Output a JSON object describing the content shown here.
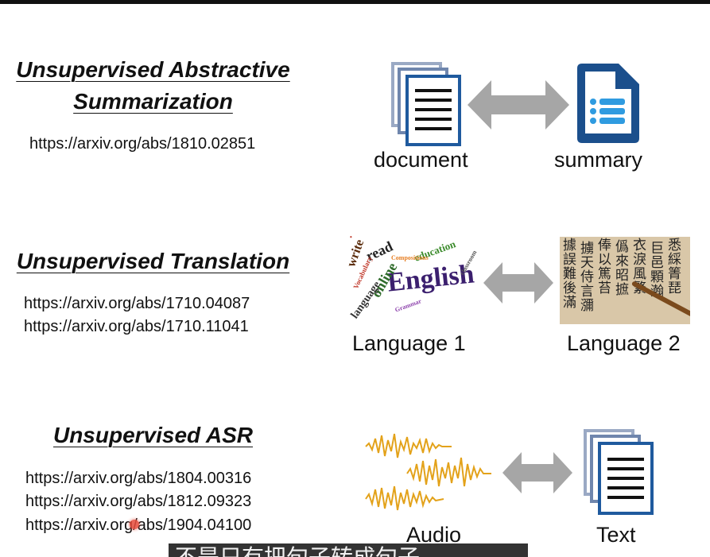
{
  "sections": {
    "summarization": {
      "title_line1": "Unsupervised Abstractive",
      "title_line2": "Summarization",
      "links": [
        "https://arxiv.org/abs/1810.02851"
      ],
      "left_label": "document",
      "right_label": "summary"
    },
    "translation": {
      "title": "Unsupervised Translation",
      "links": [
        "https://arxiv.org/abs/1710.04087",
        "https://arxiv.org/abs/1710.11041"
      ],
      "left_label": "Language 1",
      "right_label": "Language 2",
      "word_cloud": [
        "English",
        "online",
        "language",
        "write",
        "read",
        "education",
        "Vocabulary",
        "Grammar",
        "classroom",
        "Compositions"
      ]
    },
    "asr": {
      "title": "Unsupervised ASR",
      "links": [
        "https://arxiv.org/abs/1804.00316",
        "https://arxiv.org/abs/1812.09323",
        "https://arxiv.org/abs/1904.04100"
      ],
      "left_label": "Audio",
      "right_label": "Text"
    }
  },
  "subtitle": "不是只有把句子转成句子",
  "icons": {
    "document": "document-stack-icon",
    "summary": "summary-file-icon",
    "audio": "audio-waveform-icon",
    "text": "text-document-icon",
    "arrow": "double-arrow-icon"
  },
  "colors": {
    "doc_blue": "#1f5a9e",
    "arrow_gray": "#a6a6a6",
    "wave_gold": "#e3a21a",
    "summary_blue": "#1b4f8c"
  }
}
